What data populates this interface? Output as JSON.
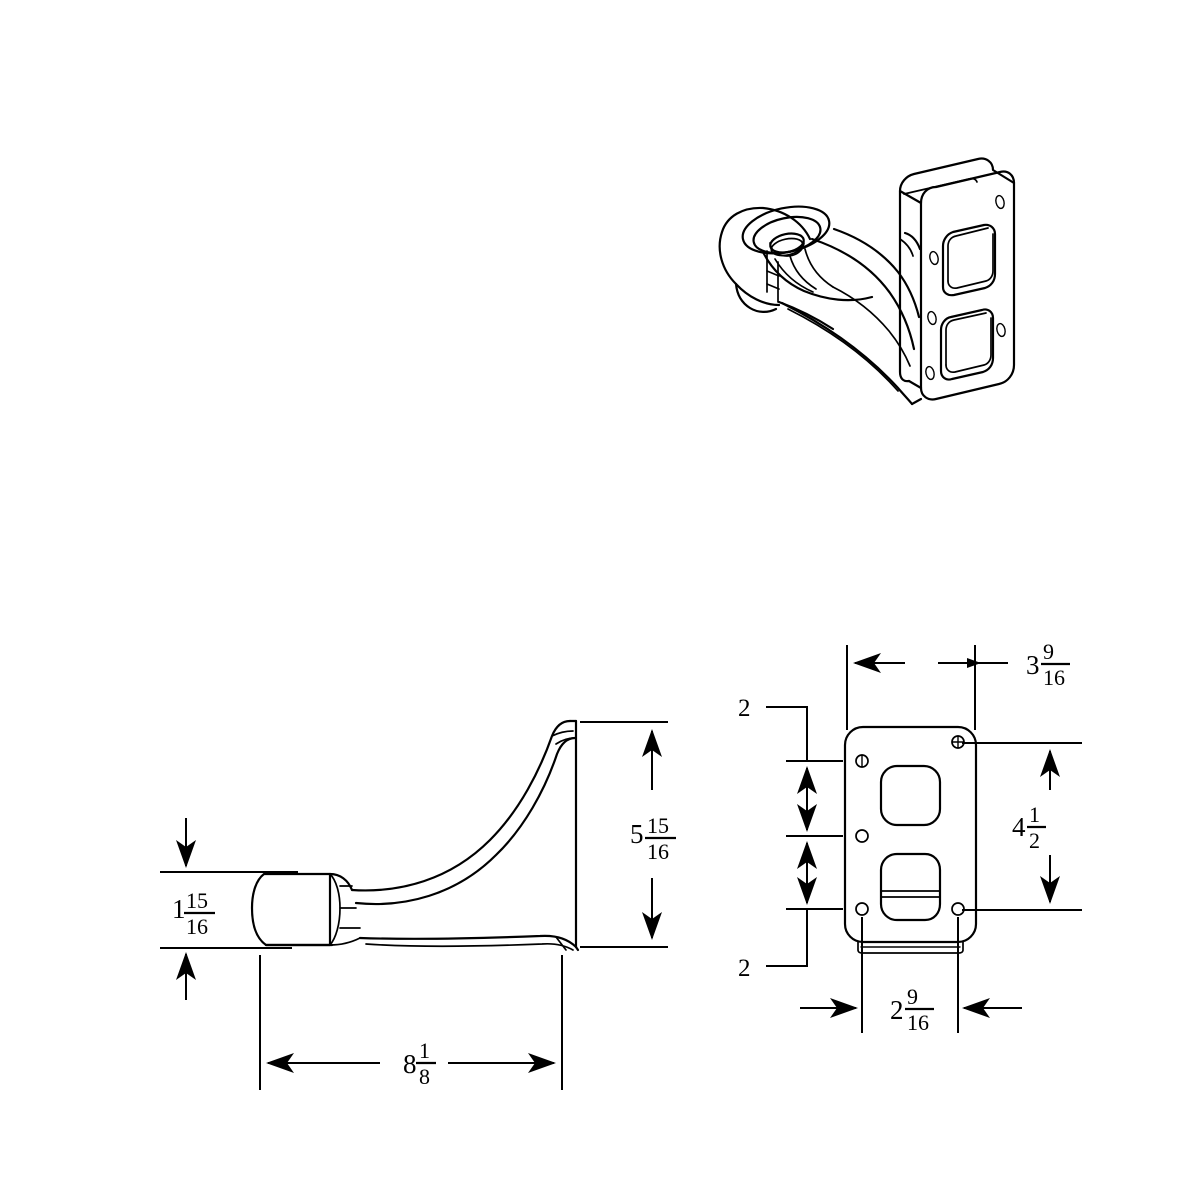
{
  "document": {
    "type": "engineering-drawing",
    "title": "Bracket Hook Mounting Part",
    "sheet_background": "#ffffff",
    "line_color": "#000000",
    "units": "inches (fractional)"
  },
  "views": {
    "isometric": {
      "name": "isometric-pictorial-view",
      "description": "3D isometric view of cast bracket with eye boss and flat mounting plate"
    },
    "side": {
      "name": "side-profile-view",
      "description": "Left orthographic side elevation showing curved arm profile"
    },
    "front": {
      "name": "front-plate-view",
      "description": "Right orthographic front view of mounting plate with two rounded rectangular cutouts and six bolt holes"
    }
  },
  "dimensions": {
    "side_height": {
      "label_whole": "5",
      "label_num": "15",
      "label_den": "16",
      "value": "5 15/16",
      "name": "dimension-side-height"
    },
    "side_boss_height": {
      "label_whole": "1",
      "label_num": "15",
      "label_den": "16",
      "value": "1 15/16",
      "name": "dimension-boss-height"
    },
    "side_length": {
      "label_whole": "8",
      "label_num": "1",
      "label_den": "8",
      "value": "8 1/8",
      "name": "dimension-overall-length"
    },
    "plate_width": {
      "label_whole": "3",
      "label_num": "9",
      "label_den": "16",
      "value": "3 9/16",
      "name": "dimension-plate-width"
    },
    "plate_height": {
      "label_whole": "4",
      "label_num": "1",
      "label_den": "2",
      "value": "4 1/2",
      "name": "dimension-plate-height"
    },
    "bolt_spacing": {
      "label_whole": "2",
      "label_num": "9",
      "label_den": "16",
      "value": "2 9/16",
      "name": "dimension-bolt-spacing"
    },
    "hole_pitch_upper": {
      "label": "2",
      "value": "2",
      "name": "dimension-hole-pitch-upper"
    },
    "hole_pitch_lower": {
      "label": "2",
      "value": "2",
      "name": "dimension-hole-pitch-lower"
    }
  }
}
